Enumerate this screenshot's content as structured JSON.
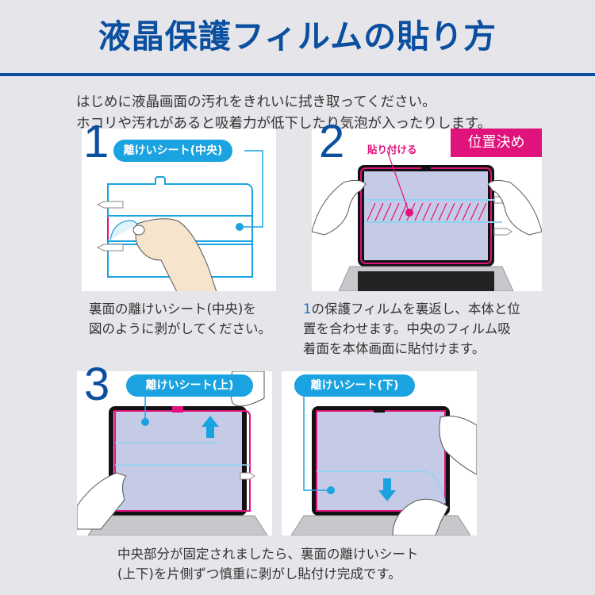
{
  "header": {
    "title": "液晶保護フィルムの貼り方",
    "intro_lines": [
      "はじめに液晶画面の汚れをきれいに拭き取ってください。",
      "ホコリや汚れがあると吸着力が低下したり気泡が入ったりします。"
    ]
  },
  "steps": [
    {
      "number": "1",
      "label": "離けいシート(中央)",
      "caption_lines": [
        "裏面の離けいシート(中央)を",
        "図のように剥がしてください。"
      ]
    },
    {
      "number": "2",
      "label": "貼り付ける",
      "badge": "位置決め",
      "caption_ref": "1",
      "caption_lines": [
        "の保護フィルムを裏返し、本体と位",
        "置を合わせます。中央のフィルム吸",
        "着面を本体画面に貼付けます。"
      ]
    },
    {
      "number": "3",
      "label_top": "離けいシート(上)",
      "label_bottom": "離けいシート(下)",
      "caption_lines": [
        "中央部分が固定されましたら、裏面の離けいシート",
        "(上下)を片側ずつ慎重に剥がし貼付け完成です。"
      ]
    }
  ],
  "colors": {
    "brand_blue": "#0a4fa0",
    "label_cyan": "#1aa3e0",
    "accent_pink": "#e0127b",
    "screen_lavender": "#c5cbe6",
    "background": "#e6e6ea"
  }
}
